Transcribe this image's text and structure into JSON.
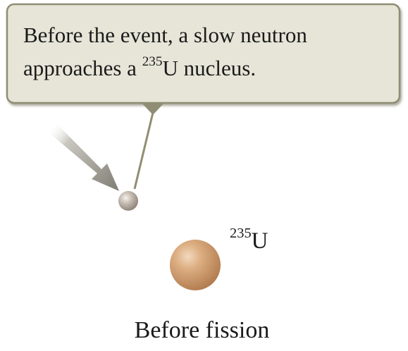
{
  "callout": {
    "line1": "Before the event, a slow neutron",
    "line2_prefix": "approaches a ",
    "line2_superscript": "235",
    "line2_suffix": "U nucleus."
  },
  "nucleus": {
    "superscript": "235",
    "symbol": "U"
  },
  "caption": "Before fission",
  "colors": {
    "callout_fill": "#e6e5d8",
    "callout_border": "#8c8a6e",
    "pointer_line": "#908d70",
    "arrow": "#8c8a80",
    "neutron": "#b9afa6",
    "nucleus": "#d29d6f"
  }
}
